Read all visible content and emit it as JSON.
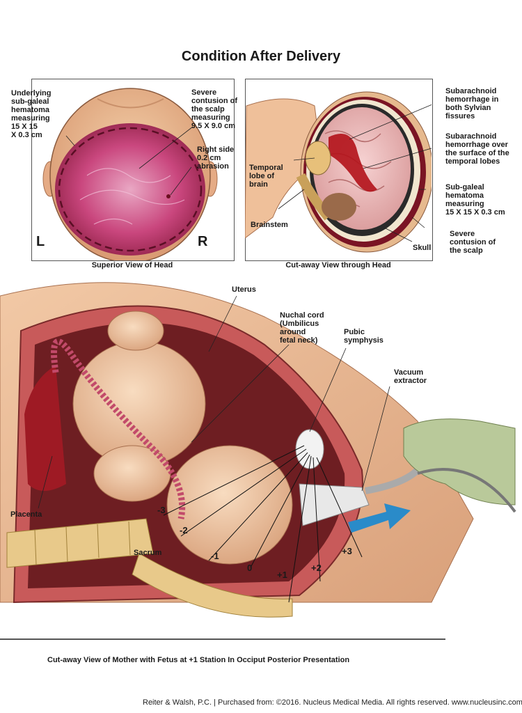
{
  "title": "Condition After Delivery",
  "superior_view": {
    "caption": "Superior View of Head",
    "side_left": "L",
    "side_right": "R",
    "labels": {
      "hematoma": [
        "Underlying",
        "sub-galeal",
        "hematoma",
        "measuring",
        "15 X 15",
        "X 0.3 cm"
      ],
      "contusion": [
        "Severe",
        "contusion of",
        "the scalp",
        "measuring",
        "9.5 X 9.0 cm"
      ],
      "abrasion": [
        "Right side",
        "0.2 cm",
        "abrasion"
      ]
    }
  },
  "cutaway_head": {
    "caption": "Cut-away View through Head",
    "labels": {
      "temporal_lobe": [
        "Temporal",
        "lobe of",
        "brain"
      ],
      "brainstem": "Brainstem",
      "sah_sylvian": [
        "Subarachnoid",
        "hemorrhage in",
        "both Sylvian",
        "fissures"
      ],
      "sah_temporal": [
        "Subarachnoid",
        "hemorrhage over",
        "the surface of the",
        "temporal lobes"
      ],
      "subgaleal": [
        "Sub-galeal",
        "hematoma",
        "measuring",
        "15 X 15 X 0.3 cm"
      ],
      "skull": "Skull",
      "scalp": [
        "Severe",
        "contusion of",
        "the scalp"
      ]
    }
  },
  "mother_view": {
    "caption": "Cut-away View of Mother with Fetus at +1 Station In Occiput Posterior Presentation",
    "labels": {
      "uterus": "Uterus",
      "nuchal_cord": [
        "Nuchal cord",
        "(Umbilicus",
        "around",
        "fetal neck)"
      ],
      "pubic_symphysis": [
        "Pubic",
        "symphysis"
      ],
      "vacuum": [
        "Vacuum",
        "extractor"
      ],
      "placenta": "Placenta",
      "sacrum": "Sacrum"
    },
    "stations": [
      "-3",
      "-2",
      "-1",
      "0",
      "+1",
      "+2",
      "+3"
    ]
  },
  "footer": "Reiter & Walsh, P.C.  |  Purchased from: ©2016. Nucleus Medical Media. All rights reserved. www.nucleusinc.com",
  "colors": {
    "contusion": "#c0306a",
    "blood": "#b3121a",
    "skin": "#e8b48a",
    "uterus": "#c85a5a",
    "bone": "#e8c98a",
    "arrow": "#2a8bc9",
    "glove": "#b9c99a"
  }
}
